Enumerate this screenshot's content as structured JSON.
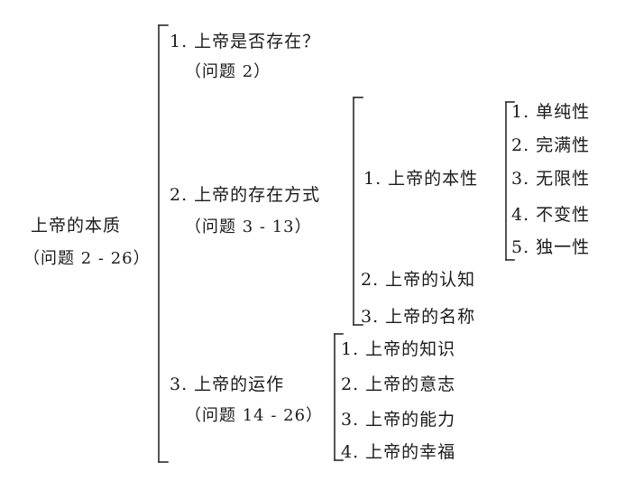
{
  "root": {
    "title": "上帝的本质",
    "range": "（问题 2 - 26）"
  },
  "level1": [
    {
      "label": "1. 上帝是否存在？",
      "range": "（问题 2）"
    },
    {
      "label": "2. 上帝的存在方式",
      "range": "（问题 3 - 13）"
    },
    {
      "label": "3. 上帝的运作",
      "range": "（问题 14 - 26）"
    }
  ],
  "mode_of_existence": [
    "1. 上帝的本性",
    "2. 上帝的认知",
    "3. 上帝的名称"
  ],
  "nature": [
    "1. 单纯性",
    "2. 完满性",
    "3. 无限性",
    "4. 不变性",
    "5. 独一性"
  ],
  "operations": [
    "1. 上帝的知识",
    "2. 上帝的意志",
    "3. 上帝的能力",
    "4. 上帝的幸福"
  ]
}
